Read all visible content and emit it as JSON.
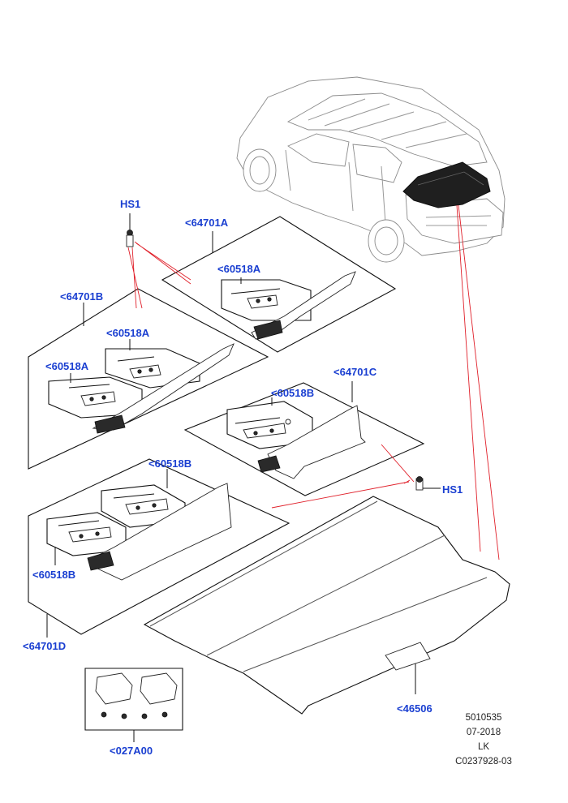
{
  "labels": {
    "hs1_top": "HS1",
    "hs1_right": "HS1",
    "p64701A": "<64701A",
    "p64701B": "<64701B",
    "p64701C": "<64701C",
    "p64701D": "<64701D",
    "p60518A_1": "<60518A",
    "p60518A_2": "<60518A",
    "p60518A_3": "<60518A",
    "p60518B_1": "<60518B",
    "p60518B_2": "<60518B",
    "p60518B_3": "<60518B",
    "p46506": "<46506",
    "p027A00": "<027A00"
  },
  "meta": {
    "illustration_number": "5010535",
    "date": "07-2018",
    "region": "LK",
    "catalog_code": "C0237928-03"
  },
  "colors": {
    "callout_blue": "#1a3fd1",
    "leader_red": "#e0202a",
    "line_black": "#111111"
  }
}
